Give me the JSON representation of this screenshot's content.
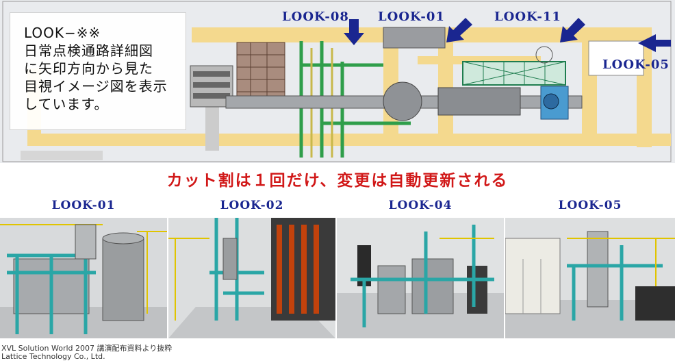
{
  "plan": {
    "note_lines": [
      "LOOK−※※",
      "日常点検通路詳細図",
      "に矢印方向から見た",
      "目視イメージ図を表示",
      "しています。"
    ],
    "look_tags": [
      "LOOK-08",
      "LOOK-01",
      "LOOK-11",
      "LOOK-05"
    ],
    "colors": {
      "walkway": "#f4d98e",
      "background": "#e9ebee",
      "arrow": "#1a2690",
      "pipe_green": "#2f9e4a"
    }
  },
  "caption": {
    "text": "カット割は１回だけ、変更は自動更新される",
    "color": "#d11818"
  },
  "views": [
    {
      "title": "LOOK-01"
    },
    {
      "title": "LOOK-02"
    },
    {
      "title": "LOOK-04"
    },
    {
      "title": "LOOK-05"
    }
  ],
  "credit": {
    "line1": "XVL Solution World 2007 講演配布資料より抜粋",
    "line2": "Lattice Technology Co., Ltd."
  }
}
